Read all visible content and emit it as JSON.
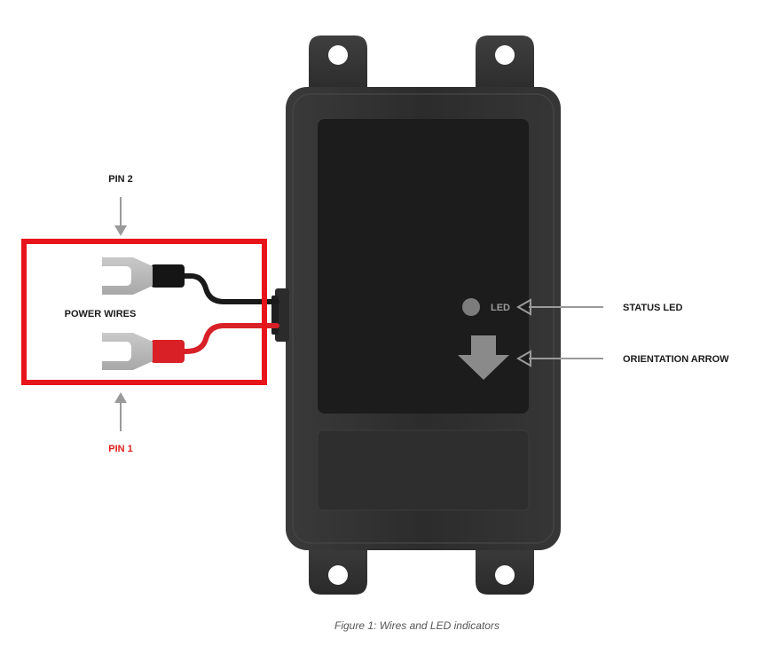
{
  "labels": {
    "pin2": "PIN 2",
    "pin1": "PIN 1",
    "power_wires": "POWER WIRES",
    "led": "LED",
    "status_led": "STATUS LED",
    "orientation_arrow": "ORIENTATION ARROW"
  },
  "caption": "Figure 1: Wires and LED indicators",
  "colors": {
    "highlight_box": "#e8141c",
    "red_wire": "#d92027",
    "pin1_label": "#e02020",
    "device_body": "#2a2a2a",
    "device_panel": "#1c1c1c"
  }
}
